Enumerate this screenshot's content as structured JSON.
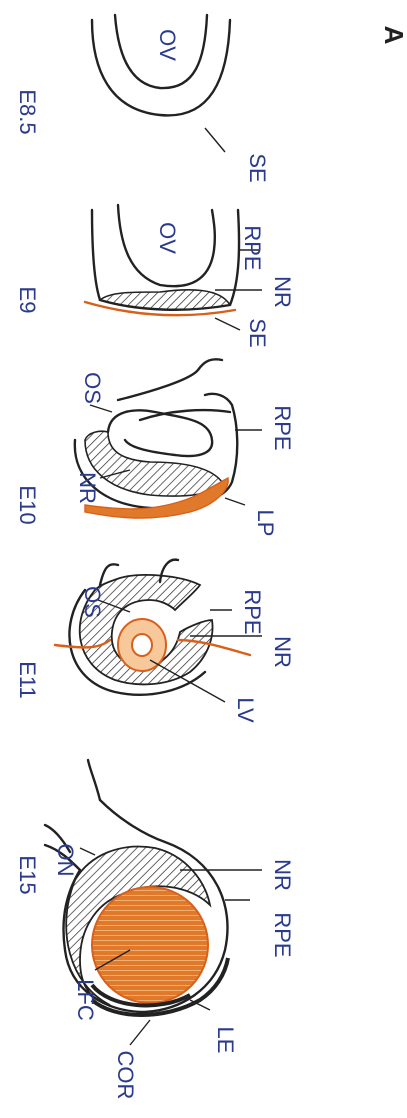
{
  "panel_label": "A",
  "colors": {
    "label_text": "#2a3a8c",
    "outline": "#222222",
    "ectoderm": "#d9601a",
    "lens_fill": "#e07a2a",
    "hatch": "#333333"
  },
  "stages": [
    {
      "name": "E8.5",
      "labels": [
        "OV",
        "SE"
      ]
    },
    {
      "name": "E9",
      "labels": [
        "OV",
        "RPE",
        "NR",
        "SE"
      ]
    },
    {
      "name": "E10",
      "labels": [
        "OS",
        "RPE",
        "NR",
        "LP"
      ]
    },
    {
      "name": "E11",
      "labels": [
        "OS",
        "RPE",
        "NR",
        "LV"
      ]
    },
    {
      "name": "E15",
      "labels": [
        "ON",
        "NR",
        "RPE",
        "LFC",
        "LE",
        "COR"
      ]
    }
  ]
}
